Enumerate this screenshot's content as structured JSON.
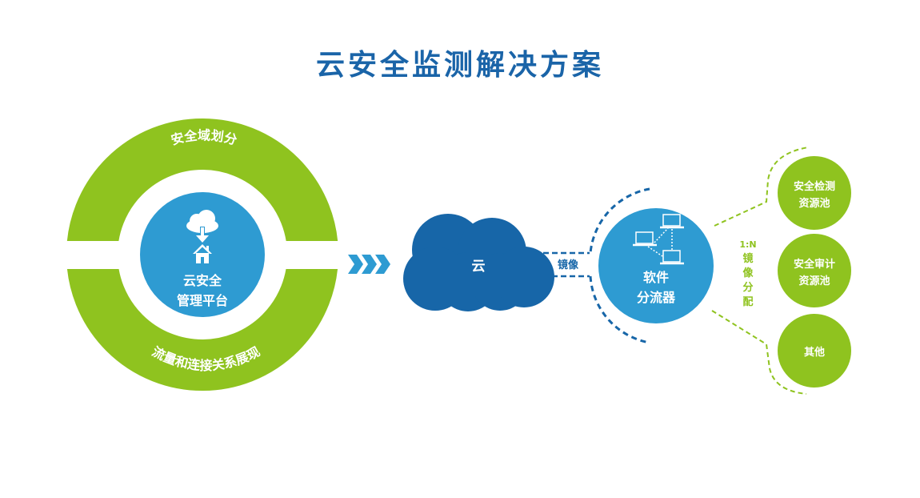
{
  "title": "云安全监测解决方案",
  "colors": {
    "green": "#8fc31f",
    "light_blue": "#2e9bd2",
    "cloud_blue": "#1766a8",
    "title_blue": "#1a64a8",
    "dash_blue": "#1766a8",
    "dash_green": "#8fc31f"
  },
  "platform": {
    "ring_top_label": "安全域划分",
    "ring_bottom_label": "流量和连接关系展现",
    "center_line1": "云安全",
    "center_line2": "管理平台",
    "icons": [
      "cloud-download-icon",
      "house-icon"
    ]
  },
  "flow_arrow": {
    "icon": "triple-chevron-right-icon"
  },
  "cloud": {
    "label": "云",
    "link_label": "镜像"
  },
  "splitter": {
    "line1": "软件",
    "line2": "分流器",
    "icon": "network-laptops-icon"
  },
  "distribution": {
    "ratio": "1:N",
    "label_chars": [
      "镜",
      "像",
      "分",
      "配"
    ]
  },
  "pools": [
    {
      "line1": "安全检测",
      "line2": "资源池"
    },
    {
      "line1": "安全审计",
      "line2": "资源池"
    },
    {
      "line1": "其他",
      "line2": ""
    }
  ]
}
